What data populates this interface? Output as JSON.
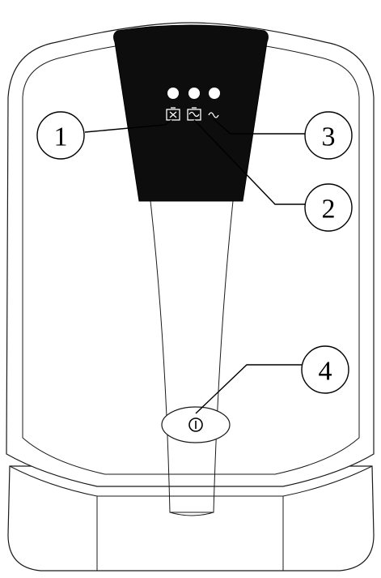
{
  "callouts": [
    {
      "id": "1",
      "label": "1",
      "target": "battery-fault-indicator"
    },
    {
      "id": "2",
      "label": "2",
      "target": "battery-mode-indicator"
    },
    {
      "id": "3",
      "label": "3",
      "target": "ac-mode-indicator"
    },
    {
      "id": "4",
      "label": "4",
      "target": "power-button"
    }
  ],
  "icons": {
    "indicator_1": "battery-fault-icon",
    "indicator_2": "battery-mode-icon",
    "indicator_3": "ac-sine-wave-icon",
    "button": "power-icon"
  },
  "colors": {
    "panel": "#0d0d0d",
    "led": "#ffffff",
    "outline": "#1a1a1a",
    "background": "#ffffff"
  }
}
